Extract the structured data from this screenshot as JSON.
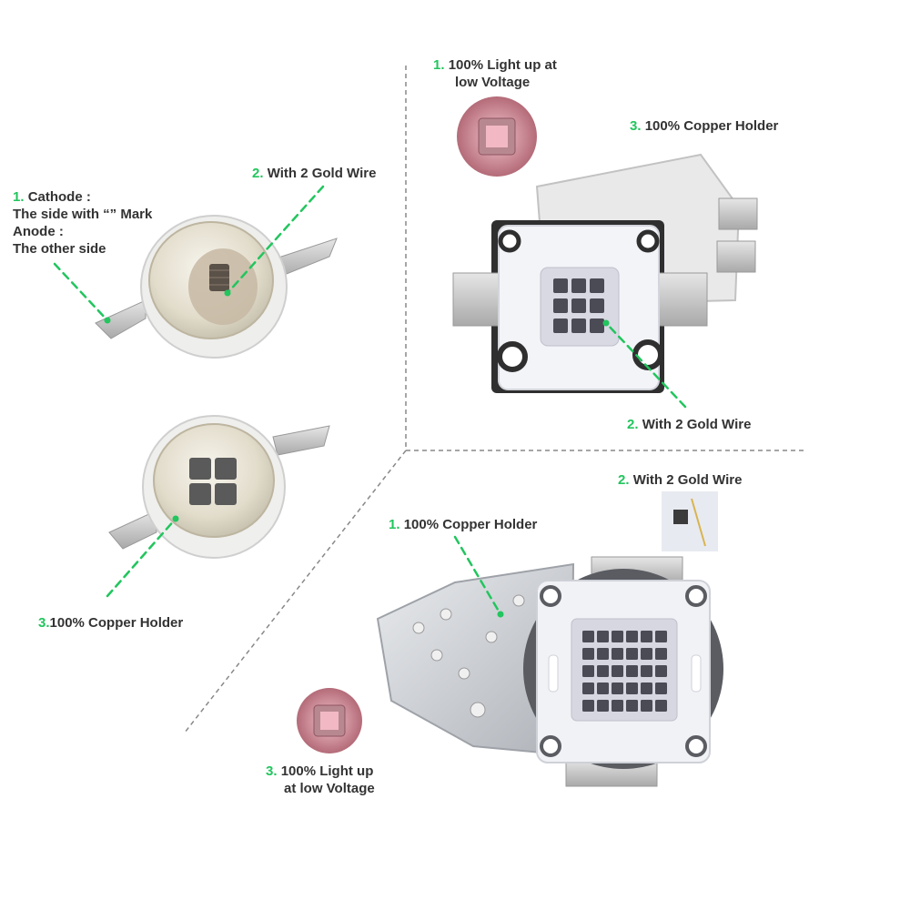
{
  "colors": {
    "accent_green": "#22c55e",
    "text": "#333333",
    "divider": "#888888",
    "aluminum": "#c9ccd1",
    "phosphor_ring": "#e8e2d4",
    "chip_dark": "#4a4a4a",
    "ir_glow": "#e8a0ac"
  },
  "labels": {
    "cathode": {
      "num": "1.",
      "line1": "Cathode :",
      "line2": "The side with “”  Mark",
      "line3": "Anode :",
      "line4": "The other side"
    },
    "gold_wire_top_left": {
      "num": "2.",
      "text": "With 2 Gold Wire"
    },
    "copper_holder_left": {
      "num": "3.",
      "text": "100% Copper Holder"
    },
    "light_up_top_right": {
      "num": "1.",
      "line1": "100% Light up at",
      "line2": "low Voltage"
    },
    "copper_holder_top_right": {
      "num": "3.",
      "text": "100% Copper Holder"
    },
    "gold_wire_mid_right": {
      "num": "2.",
      "text": "With 2 Gold Wire"
    },
    "gold_wire_bottom_right": {
      "num": "2.",
      "text": "With 2 Gold Wire"
    },
    "copper_holder_bottom": {
      "num": "1.",
      "text": "100% Copper Holder"
    },
    "light_up_bottom": {
      "num": "3.",
      "line1": "100% Light up",
      "line2": "at low Voltage"
    }
  },
  "icons": {
    "led_1w": "single-chip-led-icon",
    "led_3w": "quad-chip-led-icon",
    "led_10w": "10w-cob-led-icon",
    "led_50w": "50w-cob-led-icon"
  }
}
